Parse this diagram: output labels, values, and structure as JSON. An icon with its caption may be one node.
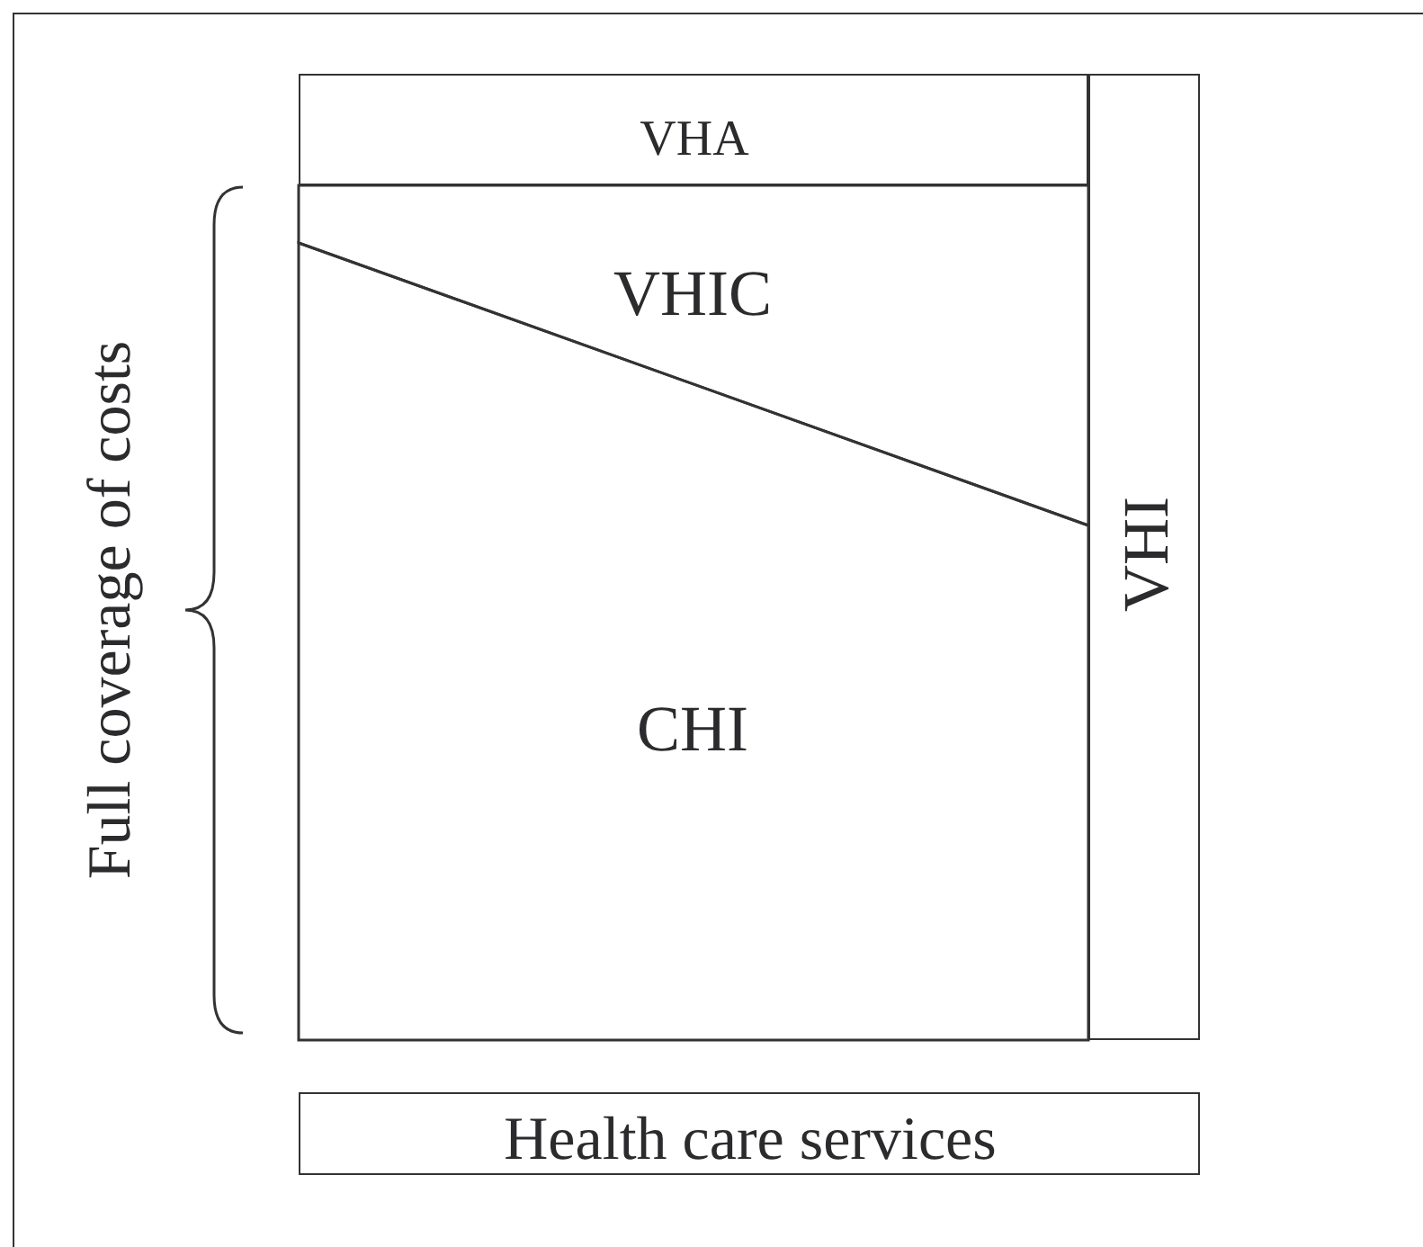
{
  "diagram": {
    "nodes": [
      {
        "text": [
          "VHA"
        ]
      },
      {
        "text": [
          "VHIC"
        ]
      },
      {
        "text": [
          "CHI"
        ]
      },
      {
        "text": [
          "VHI"
        ]
      },
      {
        "text": [
          "Health care services"
        ]
      }
    ],
    "labels": [
      "Full coverage of costs"
    ]
  }
}
